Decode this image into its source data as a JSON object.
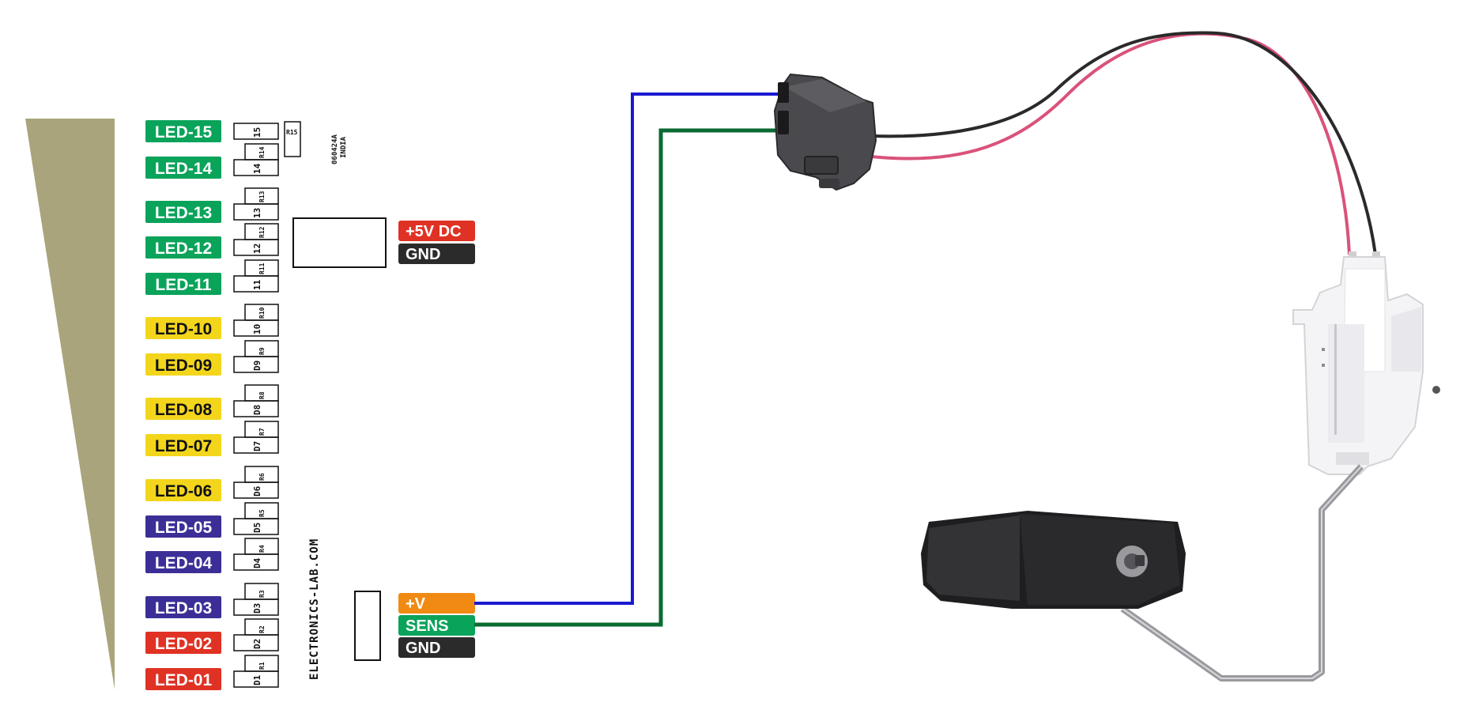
{
  "leds": [
    {
      "label": "LED-15",
      "color": "#0aa35a",
      "text_color": "#ffffff",
      "diode": "15",
      "resistor": "R15"
    },
    {
      "label": "LED-14",
      "color": "#0aa35a",
      "text_color": "#ffffff",
      "diode": "14",
      "resistor": "R14"
    },
    {
      "label": "LED-13",
      "color": "#0aa35a",
      "text_color": "#ffffff",
      "diode": "13",
      "resistor": "R13"
    },
    {
      "label": "LED-12",
      "color": "#0aa35a",
      "text_color": "#ffffff",
      "diode": "12",
      "resistor": "R12"
    },
    {
      "label": "LED-11",
      "color": "#0aa35a",
      "text_color": "#ffffff",
      "diode": "11",
      "resistor": "R11"
    },
    {
      "label": "LED-10",
      "color": "#f3d51c",
      "text_color": "#111111",
      "diode": "10",
      "resistor": "R10"
    },
    {
      "label": "LED-09",
      "color": "#f3d51c",
      "text_color": "#111111",
      "diode": "D9",
      "resistor": "R9"
    },
    {
      "label": "LED-08",
      "color": "#f3d51c",
      "text_color": "#111111",
      "diode": "D8",
      "resistor": "R8"
    },
    {
      "label": "LED-07",
      "color": "#f3d51c",
      "text_color": "#111111",
      "diode": "D7",
      "resistor": "R7"
    },
    {
      "label": "LED-06",
      "color": "#f3d51c",
      "text_color": "#111111",
      "diode": "D6",
      "resistor": "R6"
    },
    {
      "label": "LED-05",
      "color": "#3b2f97",
      "text_color": "#ffffff",
      "diode": "D5",
      "resistor": "R5"
    },
    {
      "label": "LED-04",
      "color": "#3b2f97",
      "text_color": "#ffffff",
      "diode": "D4",
      "resistor": "R4"
    },
    {
      "label": "LED-03",
      "color": "#3b2f97",
      "text_color": "#ffffff",
      "diode": "D3",
      "resistor": "R3"
    },
    {
      "label": "LED-02",
      "color": "#e03224",
      "text_color": "#ffffff",
      "diode": "D2",
      "resistor": "R2"
    },
    {
      "label": "LED-01",
      "color": "#e03224",
      "text_color": "#ffffff",
      "diode": "D1",
      "resistor": "R1"
    }
  ],
  "power_connector": [
    {
      "label": "+5V DC",
      "color": "#e03224"
    },
    {
      "label": "GND",
      "color": "#2b2b2b"
    }
  ],
  "sensor_connector": [
    {
      "label": "+V",
      "color": "#f08a12"
    },
    {
      "label": "SENS",
      "color": "#0aa35a"
    },
    {
      "label": "GND",
      "color": "#2b2b2b"
    }
  ],
  "board_code": [
    "060424A",
    "INDIA"
  ],
  "brand": "ELECTRONICS-LAB.COM",
  "colors": {
    "level_wedge": "#a9a47b",
    "wire_v": "#1a1ad0",
    "wire_sens": "#0a6a32",
    "cable_red": "#d9527a",
    "cable_black": "#2a2a2a"
  }
}
